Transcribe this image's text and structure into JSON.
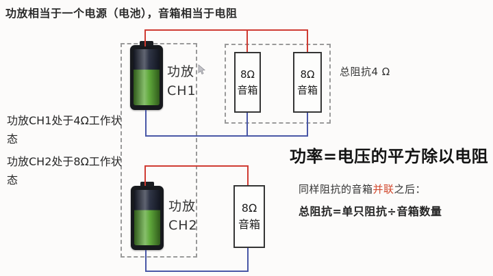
{
  "slide": {
    "title": "功放相当于一个电源（电池），音箱相当于电阻"
  },
  "amplifiers": [
    {
      "name_line": "功放",
      "channel": "CH1"
    },
    {
      "name_line": "功放",
      "channel": "CH2"
    }
  ],
  "speakers": [
    {
      "impedance": "8Ω",
      "label": "音箱"
    },
    {
      "impedance": "8Ω",
      "label": "音箱"
    },
    {
      "impedance": "8Ω",
      "label": "音箱"
    }
  ],
  "notes": {
    "total_impedance": "总阻抗4 Ω",
    "ch1_status": "功放CH1处于4Ω工作状态",
    "ch2_status": "功放CH2处于8Ω工作状态",
    "power_formula": "功率=电压的平方除以电阻",
    "parallel_prefix": "同样阻抗的音箱",
    "parallel_highlight": "并联",
    "parallel_suffix": "之后：",
    "impedance_formula": "总阻抗=单只阻抗÷音箱数量"
  },
  "colors": {
    "wire_positive_red": "#cf3a31",
    "wire_negative_blue": "#4856a6",
    "highlight_red": "#d2492e",
    "battery_green": "#5aa734",
    "dashed_gray": "#999999"
  },
  "icons": {
    "cursor": "mouse-pointer"
  }
}
